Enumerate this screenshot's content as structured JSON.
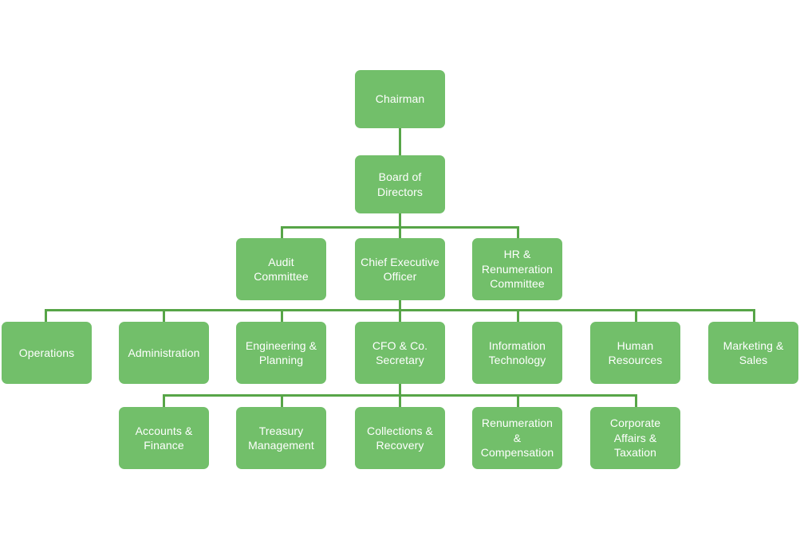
{
  "chart_data": {
    "type": "diagram",
    "subtype": "organizational-chart",
    "title": "",
    "orientation": "top-down",
    "colors": {
      "node_fill": "#72bf6a",
      "node_text": "#ffffff",
      "connector": "#57a548",
      "background": "#ffffff"
    },
    "levels": [
      {
        "level": 1,
        "nodes": [
          "Chairman"
        ]
      },
      {
        "level": 2,
        "nodes": [
          "Board of Directors"
        ]
      },
      {
        "level": 3,
        "nodes": [
          "Audit Committee",
          "Chief Executive Officer",
          "HR & Renumeration Committee"
        ]
      },
      {
        "level": 4,
        "nodes": [
          "Operations",
          "Administration",
          "Engineering & Planning",
          "CFO & Co. Secretary",
          "Information Technology",
          "Human Resources",
          "Marketing & Sales"
        ]
      },
      {
        "level": 5,
        "nodes": [
          "Accounts & Finance",
          "Treasury Management",
          "Collections & Recovery",
          "Renumeration & Compensation",
          "Corporate Affairs & Taxation"
        ]
      }
    ],
    "edges": [
      {
        "from": "Chairman",
        "to": "Board of Directors"
      },
      {
        "from": "Board of Directors",
        "to": "Audit Committee"
      },
      {
        "from": "Board of Directors",
        "to": "Chief Executive Officer"
      },
      {
        "from": "Board of Directors",
        "to": "HR & Renumeration Committee"
      },
      {
        "from": "Chief Executive Officer",
        "to": "Operations"
      },
      {
        "from": "Chief Executive Officer",
        "to": "Administration"
      },
      {
        "from": "Chief Executive Officer",
        "to": "Engineering & Planning"
      },
      {
        "from": "Chief Executive Officer",
        "to": "CFO & Co. Secretary"
      },
      {
        "from": "Chief Executive Officer",
        "to": "Information Technology"
      },
      {
        "from": "Chief Executive Officer",
        "to": "Human Resources"
      },
      {
        "from": "Chief Executive Officer",
        "to": "Marketing & Sales"
      },
      {
        "from": "CFO & Co. Secretary",
        "to": "Accounts & Finance"
      },
      {
        "from": "CFO & Co. Secretary",
        "to": "Treasury Management"
      },
      {
        "from": "CFO & Co. Secretary",
        "to": "Collections & Recovery"
      },
      {
        "from": "CFO & Co. Secretary",
        "to": "Renumeration & Compensation"
      },
      {
        "from": "CFO & Co. Secretary",
        "to": "Corporate Affairs & Taxation"
      }
    ]
  },
  "nodes": {
    "chairman": {
      "label": "Chairman"
    },
    "board_of_directors": {
      "label": "Board of\nDirectors"
    },
    "audit_committee": {
      "label": "Audit\nCommittee"
    },
    "chief_executive_officer": {
      "label": "Chief Executive\nOfficer"
    },
    "hr_renumeration_committee": {
      "label": "HR &\nRenumeration\nCommittee"
    },
    "operations": {
      "label": "Operations"
    },
    "administration": {
      "label": "Administration"
    },
    "engineering_planning": {
      "label": "Engineering &\nPlanning"
    },
    "cfo_co_secretary": {
      "label": "CFO & Co.\nSecretary"
    },
    "information_technology": {
      "label": "Information\nTechnology"
    },
    "human_resources": {
      "label": "Human\nResources"
    },
    "marketing_sales": {
      "label": "Marketing  &\nSales"
    },
    "accounts_finance": {
      "label": "Accounts &\nFinance"
    },
    "treasury_management": {
      "label": "Treasury\nManagement"
    },
    "collections_recovery": {
      "label": "Collections &\nRecovery"
    },
    "renumeration_compensation": {
      "label": "Renumeration\n&\nCompensation"
    },
    "corporate_affairs_taxation": {
      "label": "Corporate\nAffairs &\nTaxation"
    }
  }
}
